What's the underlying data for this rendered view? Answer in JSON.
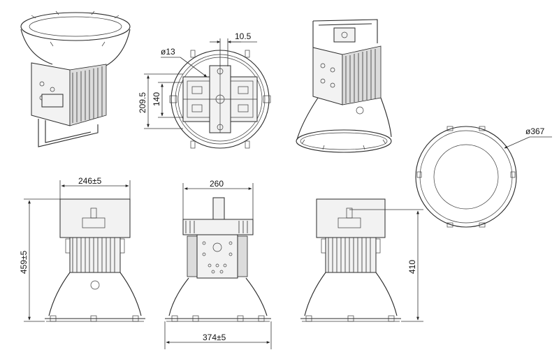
{
  "dimensions": {
    "bolt_offset": "10.5",
    "hole_diameter": "ø13",
    "bracket_height": "209.5",
    "bracket_inner": "140",
    "ring_diameter": "ø367",
    "housing_width": "246±5",
    "bracket_width": "260",
    "overall_height": "459±5",
    "reflector_width": "374±5",
    "body_height": "410"
  },
  "colors": {
    "line": "#2a2a2a",
    "background": "#ffffff"
  }
}
